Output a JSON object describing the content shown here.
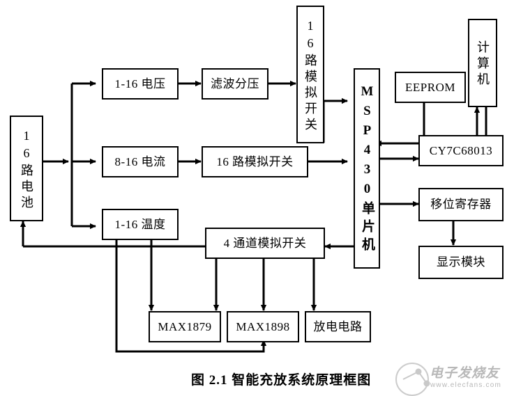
{
  "figure": {
    "caption": "图 2.1  智能充放系统原理框图",
    "line_color": "#000000",
    "background": "#ffffff"
  },
  "watermark": {
    "brand": "电子发烧友",
    "url": "www.elecfans.com",
    "color": "#b8b8b8"
  },
  "nodes": {
    "battery": {
      "label": "16路电池"
    },
    "voltage": {
      "label": "1-16 电压"
    },
    "filter_divider": {
      "label": "滤波分压"
    },
    "mux16_vertical": {
      "label": "16路模拟开关"
    },
    "current": {
      "label": "8-16 电流"
    },
    "mux16_horizontal": {
      "label": "16 路模拟开关"
    },
    "temperature": {
      "label": "1-16 温度"
    },
    "mux4": {
      "label": "4 通道模拟开关"
    },
    "mcu": {
      "label": "MSP430单片机"
    },
    "eeprom": {
      "label": "EEPROM"
    },
    "computer": {
      "label": "计算机"
    },
    "usb_controller": {
      "label": "CY7C68013"
    },
    "shift_register": {
      "label": "移位寄存器"
    },
    "display_module": {
      "label": "显示模块"
    },
    "max1879": {
      "label": "MAX1879"
    },
    "max1898": {
      "label": "MAX1898"
    },
    "discharge_circuit": {
      "label": "放电电路"
    }
  },
  "connections": [
    {
      "from": "battery",
      "to": "signal-bus",
      "type": "arrow"
    },
    {
      "from": "signal-bus",
      "to": "voltage",
      "type": "arrow"
    },
    {
      "from": "signal-bus",
      "to": "current",
      "type": "arrow"
    },
    {
      "from": "signal-bus",
      "to": "temperature",
      "type": "arrow"
    },
    {
      "from": "voltage",
      "to": "filter_divider",
      "type": "arrow"
    },
    {
      "from": "filter_divider",
      "to": "mux16_vertical",
      "type": "arrow"
    },
    {
      "from": "mux16_vertical",
      "to": "mcu",
      "type": "arrow"
    },
    {
      "from": "current",
      "to": "mux16_horizontal",
      "type": "arrow"
    },
    {
      "from": "mux16_horizontal",
      "to": "mcu",
      "type": "arrow"
    },
    {
      "from": "temperature",
      "to": "mux4",
      "type": "line"
    },
    {
      "from": "temperature",
      "to": "max1879",
      "type": "arrow"
    },
    {
      "from": "temperature",
      "to": "max1898",
      "type": "arrow"
    },
    {
      "from": "mux4",
      "to": "battery",
      "type": "arrow"
    },
    {
      "from": "mcu",
      "to": "mux4",
      "type": "arrow"
    },
    {
      "from": "mux4",
      "to": "max1879",
      "type": "arrow"
    },
    {
      "from": "mux4",
      "to": "max1898",
      "type": "arrow"
    },
    {
      "from": "mux4",
      "to": "discharge_circuit",
      "type": "arrow"
    },
    {
      "from": "eeprom",
      "to": "usb_controller",
      "type": "arrow"
    },
    {
      "from": "usb_controller",
      "to": "mcu",
      "type": "arrow"
    },
    {
      "from": "mcu",
      "to": "usb_controller",
      "type": "arrow"
    },
    {
      "from": "usb_controller",
      "to": "computer",
      "type": "arrow"
    },
    {
      "from": "computer",
      "to": "usb_controller",
      "type": "arrow"
    },
    {
      "from": "mcu",
      "to": "shift_register",
      "type": "arrow"
    },
    {
      "from": "shift_register",
      "to": "display_module",
      "type": "arrow"
    }
  ]
}
